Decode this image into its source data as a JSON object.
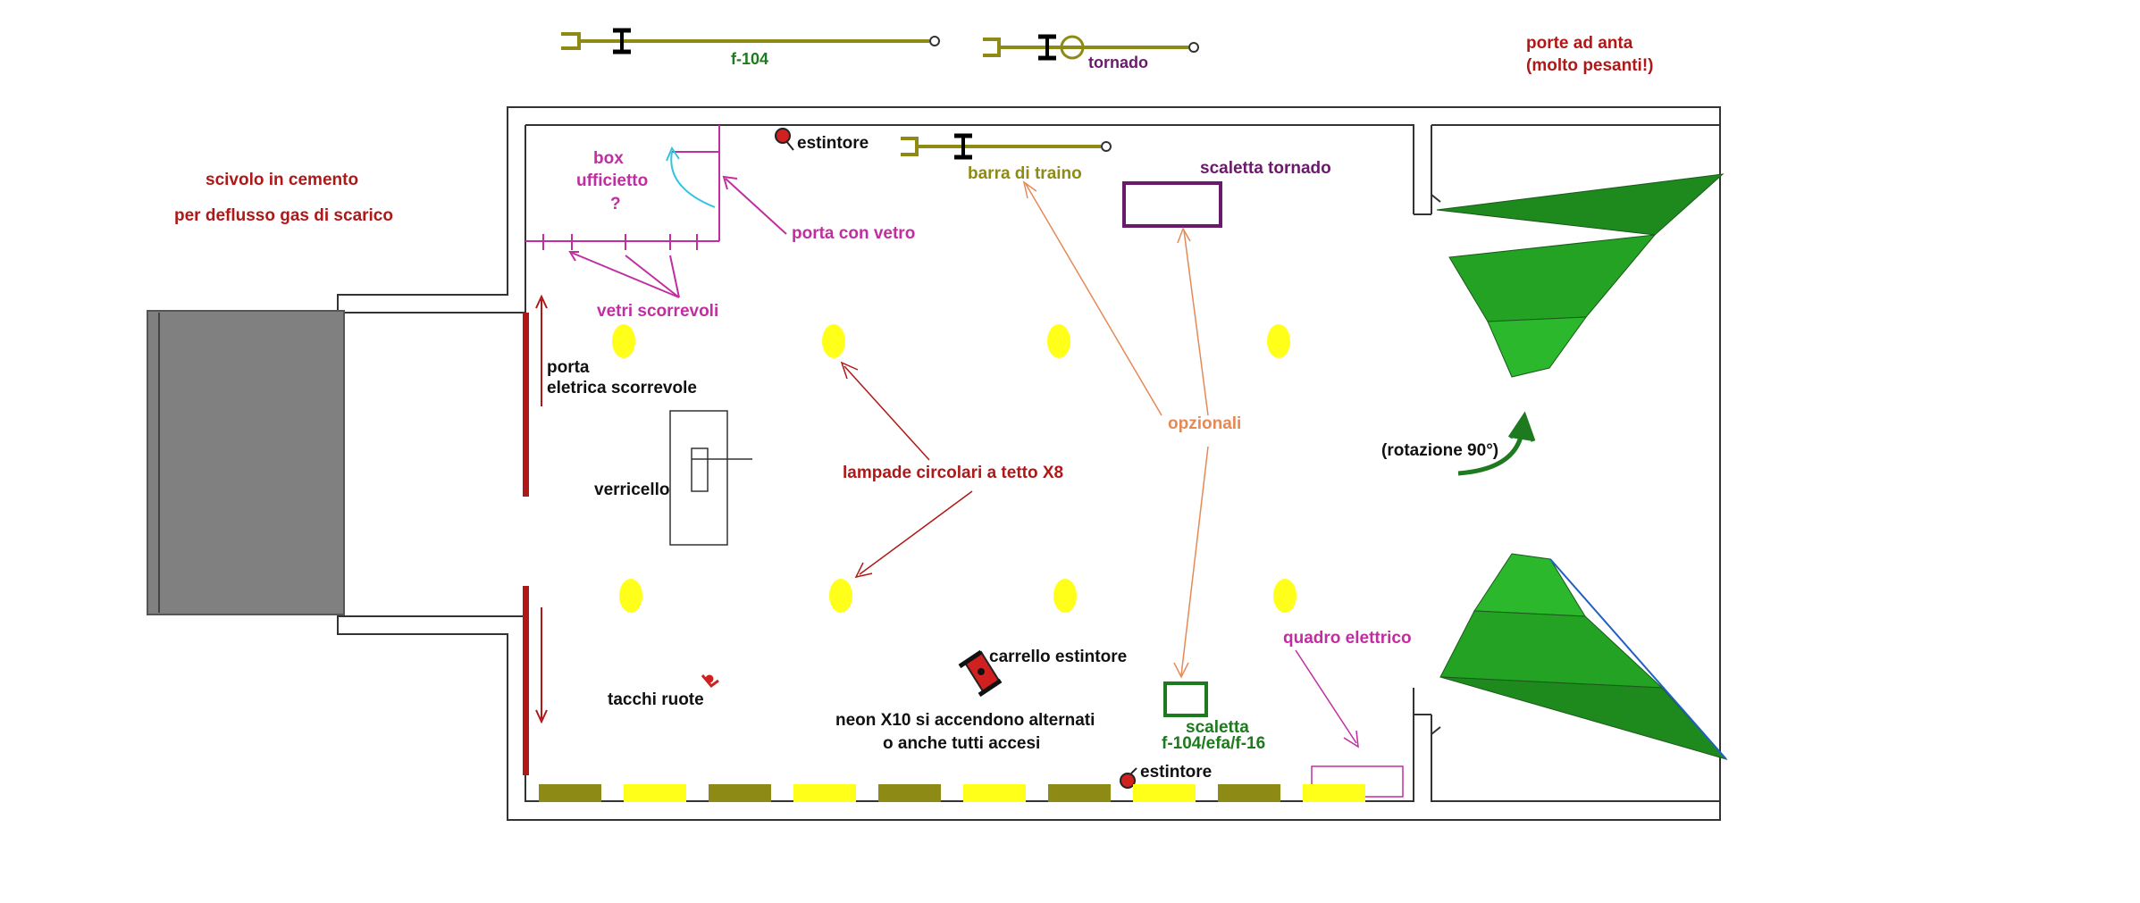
{
  "labels": {
    "f104": "f-104",
    "tornado": "tornado",
    "porte_anta_1": "porte ad anta",
    "porte_anta_2": "(molto pesanti!)",
    "scivolo_1": "scivolo  in cemento",
    "scivolo_2": "per deflusso gas di scarico",
    "estintore_top": "estintore",
    "barra_traino": "barra di traino",
    "scaletta_tornado": "scaletta tornado",
    "box_1": "box",
    "box_2": "ufficietto",
    "box_3": "?",
    "porta_vetro": "porta con vetro",
    "vetri_scorrevoli": "vetri scorrevoli",
    "porta_elettrica_1": "porta",
    "porta_elettrica_2": "eletrica scorrevole",
    "verricello": "verricello",
    "lampade": "lampade  circolari a tetto X8",
    "opzionali": "opzionali",
    "rotazione": "(rotazione 90°)",
    "quadro_elettrico": "quadro elettrico",
    "carrello_estintore": "carrello estintore",
    "tacchi_ruote": "tacchi ruote",
    "neon_1": "neon X10 si accendono alternati",
    "neon_2": "o   anche tutti accesi",
    "scaletta_f104_1": "scaletta",
    "scaletta_f104_2": "f-104/efa/f-16",
    "estintore_bottom": "estintore"
  },
  "colors": {
    "red": "#b01818",
    "magenta": "#c02ea0",
    "purple": "#6a1a6a",
    "olive": "#8e8a16",
    "darkgreen": "#1e7a1e",
    "green": "#22aa22",
    "salmon": "#e58a57",
    "yellow": "#ffff1a",
    "gray": "#808080",
    "black": "#111111"
  },
  "icons": [
    "towbar-icon",
    "fire-extinguisher-icon",
    "ceiling-lamp-icon",
    "neon-light-icon",
    "rotation-arrow-icon",
    "wheel-chock-icon",
    "extinguisher-cart-icon",
    "winch-icon"
  ]
}
